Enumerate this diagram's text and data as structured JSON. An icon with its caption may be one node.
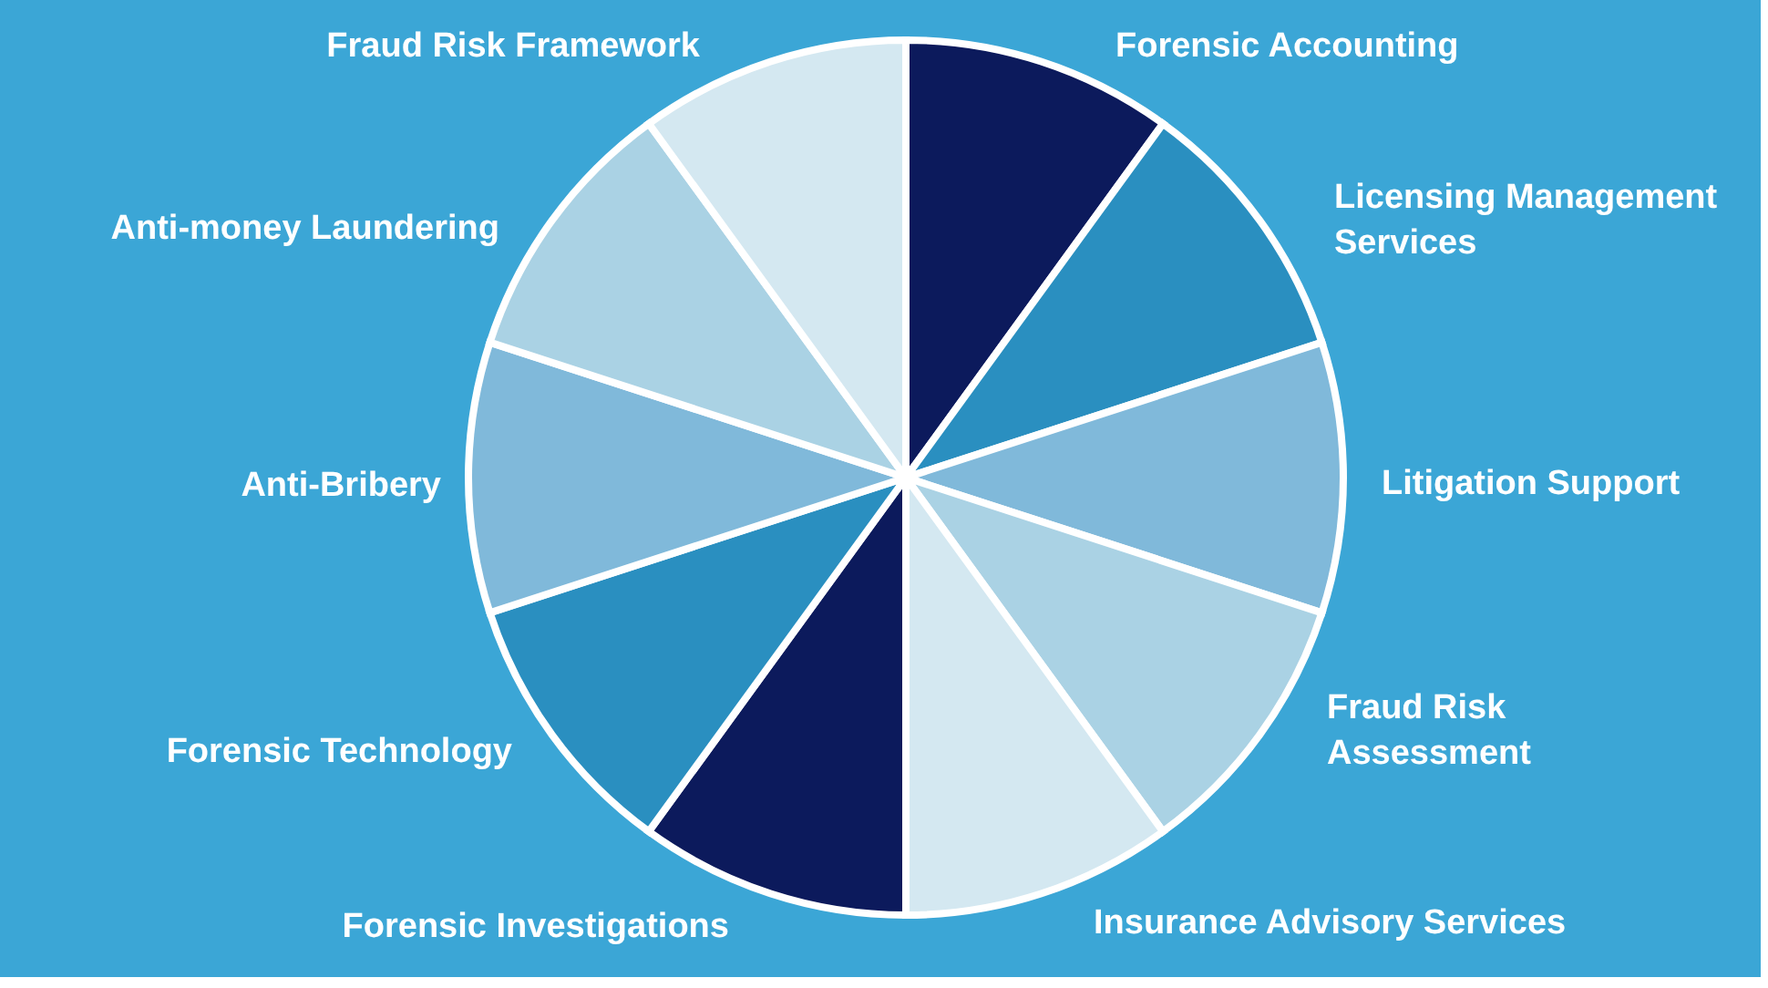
{
  "diagram": {
    "labels": [
      "Forensic Accounting",
      "Licensing Management Services",
      "Litigation Support",
      "Fraud Risk Assessment",
      "Insurance Advisory Services",
      "Forensic Investigations",
      "Forensic Technology",
      "Anti-Bribery",
      "Anti-money Laundering",
      "Fraud Risk Framework"
    ]
  }
}
